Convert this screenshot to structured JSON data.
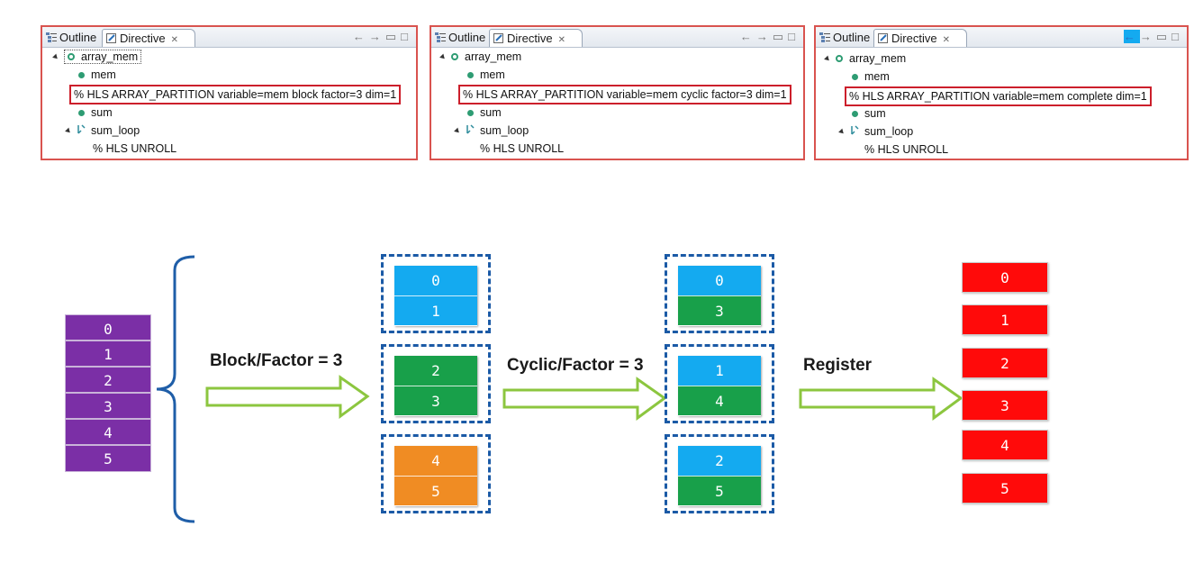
{
  "panels": [
    {
      "tabs": {
        "outline": "Outline",
        "directive": "Directive"
      },
      "tree": {
        "root": "array_mem",
        "mem": "mem",
        "directive": "HLS ARRAY_PARTITION variable=mem block factor=3 dim=1",
        "sum": "sum",
        "loop": "sum_loop",
        "unroll": "HLS UNROLL"
      }
    },
    {
      "tabs": {
        "outline": "Outline",
        "directive": "Directive"
      },
      "tree": {
        "root": "array_mem",
        "mem": "mem",
        "directive": "HLS ARRAY_PARTITION variable=mem cyclic factor=3 dim=1",
        "sum": "sum",
        "loop": "sum_loop",
        "unroll": "HLS UNROLL"
      }
    },
    {
      "tabs": {
        "outline": "Outline",
        "directive": "Directive"
      },
      "tree": {
        "root": "array_mem",
        "mem": "mem",
        "directive": "HLS ARRAY_PARTITION variable=mem complete dim=1",
        "sum": "sum",
        "loop": "sum_loop",
        "unroll": "HLS UNROLL"
      }
    }
  ],
  "directive_prefix": "%",
  "diagram": {
    "array": [
      "0",
      "1",
      "2",
      "3",
      "4",
      "5"
    ],
    "block_label": "Block/Factor = 3",
    "block_groups": [
      [
        "0",
        "1"
      ],
      [
        "2",
        "3"
      ],
      [
        "4",
        "5"
      ]
    ],
    "cyclic_label": "Cyclic/Factor = 3",
    "cyclic_groups": [
      [
        "0",
        "3"
      ],
      [
        "1",
        "4"
      ],
      [
        "2",
        "5"
      ]
    ],
    "register_label": "Register",
    "registers": [
      "0",
      "1",
      "2",
      "3",
      "4",
      "5"
    ]
  },
  "colors": {
    "array": "#7b2fa6",
    "blue": "#14aaf0",
    "green": "#18a04a",
    "orange": "#f08c23",
    "register": "#ff0a0a",
    "arrow": "#8cc63f",
    "group_border": "#1b5aa6",
    "highlight": "#cc1f2b"
  }
}
